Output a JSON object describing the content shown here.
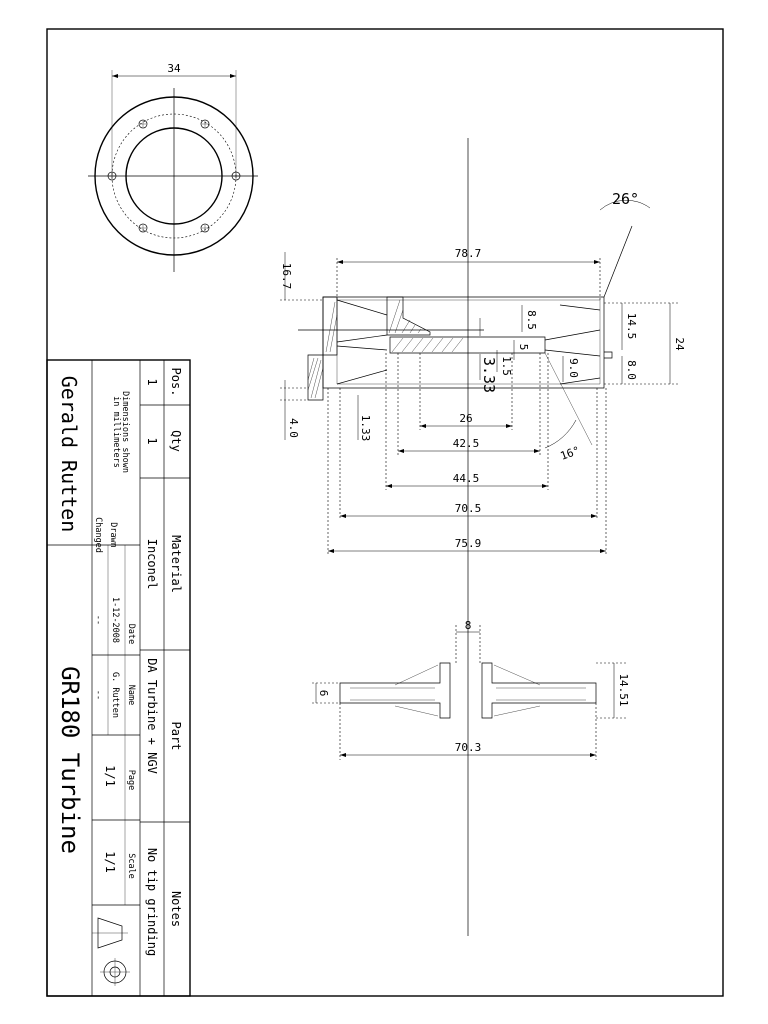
{
  "title_block": {
    "headers": {
      "pos": "Pos.",
      "qty": "Qty",
      "material": "Material",
      "part": "Part",
      "notes": "Notes"
    },
    "row": {
      "pos": "1",
      "qty": "1",
      "material": "Inconel",
      "part": "DA Turbine + NGV",
      "notes": "No tip grinding"
    },
    "dims_note": [
      "Dimensions shown",
      "in millimeters"
    ],
    "labels": {
      "drawn": "Drawn",
      "changed": "Changed",
      "date": "Date",
      "name": "Name",
      "page": "Page",
      "scale": "Scale"
    },
    "values": {
      "drawn_date": "1-12-2008",
      "changed_date": "--",
      "drawn_name": "G. Rutten",
      "changed_name": "--",
      "page": "1/1",
      "scale": "1/1"
    },
    "author": "Gerald Rutten",
    "drawing_title": "GR180 Turbine"
  },
  "dimensions": {
    "flange_34": "34",
    "d_78_7": "78.7",
    "angle_26": "26°",
    "d_16_7": "16.7",
    "d_8_5": "8.5",
    "d_5": "5",
    "d_1_5": "1.5",
    "d_3_33": "3.33",
    "d_9_0": "9.0",
    "d_14_5": "14.5",
    "d_8_0": "8.0",
    "d_24": "24",
    "d_4_0": "4.0",
    "d_1_33": "1.33",
    "d_26": "26",
    "d_42_5": "42.5",
    "angle_16": "16°",
    "d_44_5": "44.5",
    "d_70_5": "70.5",
    "d_75_9": "75.9",
    "d_8": "8",
    "d_6": "6",
    "d_14_51": "14.51",
    "d_70_3": "70.3"
  }
}
